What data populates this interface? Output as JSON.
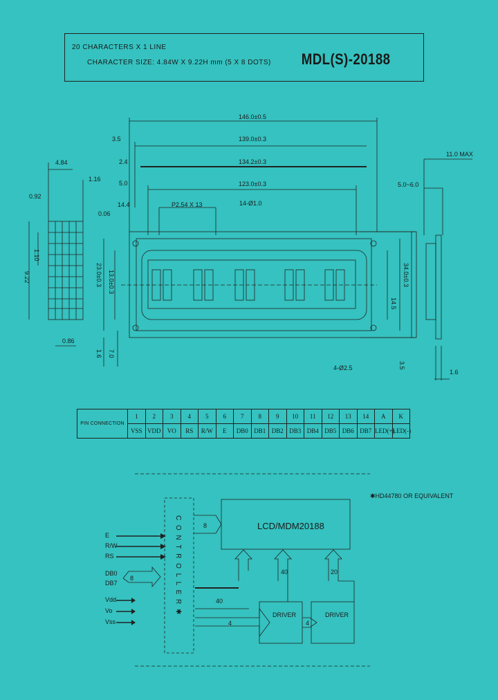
{
  "header": {
    "line1": "20 CHARACTERS X 1 LINE",
    "line2": "CHARACTER SIZE: 4.84W X 9.22H mm (5 X 8 DOTS)",
    "model": "MDL(S)-20188"
  },
  "dimensions": {
    "overall_width": "146.0±0.5",
    "pcb_width": "139.0±0.3",
    "bezel_width": "134.2±0.3",
    "view_width": "123.0±0.3",
    "left_3_5": "3.5",
    "left_2_4": "2.4",
    "left_5_0": "5.0",
    "left_14_4": "14.4",
    "pitch": "P2.54 X 13",
    "hole_14": "14-Ø1.0",
    "pin_pos": "0.06",
    "char_w": "4.84",
    "char_gap": "1.16",
    "dot_gap": "0.92",
    "char_h": "9.22",
    "dot_h": "1.10",
    "dot_w2": "0.86",
    "height_1": "23.0±0.3",
    "height_2": "13.0±0.3",
    "height_3": "34.0±0.3",
    "height_4": "14.5",
    "depth": "11.0 MAX",
    "depth_2": "5.0~6.0",
    "thick": "1.6",
    "hole_4": "4-Ø2.5",
    "bot_16": "1.6",
    "bot_70": "7.0",
    "bot_35": "3.5"
  },
  "pin_table": {
    "header": "PIN CONNECTION",
    "numbers": [
      "1",
      "2",
      "3",
      "4",
      "5",
      "6",
      "7",
      "8",
      "9",
      "10",
      "11",
      "12",
      "13",
      "14",
      "A",
      "K"
    ],
    "names": [
      "VSS",
      "VDD",
      "VO",
      "RS",
      "R/W",
      "E",
      "DB0",
      "DB1",
      "DB2",
      "DB3",
      "DB4",
      "DB5",
      "DB6",
      "DB7",
      "LED(+)",
      "LED(-)"
    ]
  },
  "block": {
    "note": "✱HD44780 OR EQUIVALENT",
    "lcd_label": "LCD/MDM20188",
    "controller_vertical": "C O N T R O L L E R ✱",
    "driver1": "DRIVER",
    "driver2": "DRIVER",
    "bus_8": "8",
    "bus_8b": "8",
    "bus_40": "40",
    "bus_40b": "40",
    "bus_20": "20",
    "bus_4": "4",
    "bus_4b": "4",
    "signals": [
      "E",
      "R/W",
      "RS",
      "DB0",
      "DB7",
      "Vdd",
      "Vo",
      "Vss"
    ]
  }
}
